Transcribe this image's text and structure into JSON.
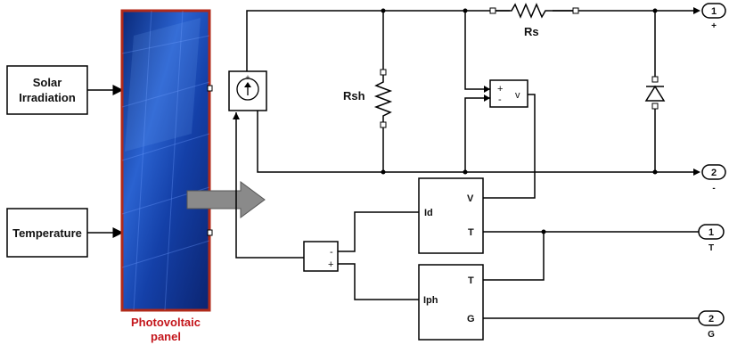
{
  "inputs": {
    "irradiation": [
      "Solar",
      "Irradiation"
    ],
    "temperature": "Temperature"
  },
  "panel": {
    "caption": [
      "Photovoltaic",
      "panel"
    ]
  },
  "components": {
    "rsh": "Rsh",
    "rs": "Rs",
    "voltmeter_plus": "+",
    "voltmeter_minus": "-",
    "voltmeter_out": "v",
    "current_source_plus": "+",
    "sum_minus": "-",
    "sum_plus": "+",
    "id_block": {
      "out": "Id",
      "in_v": "V",
      "in_t": "T"
    },
    "iph_block": {
      "out": "Iph",
      "in_t": "T",
      "in_g": "G"
    }
  },
  "ports": [
    {
      "num": "1",
      "label": "+"
    },
    {
      "num": "2",
      "label": "-"
    },
    {
      "num": "1",
      "label": "T"
    },
    {
      "num": "2",
      "label": "G"
    }
  ],
  "colors": {
    "wire": "#000000",
    "panel_border": "#b02a1a",
    "panel_blue": "#1f4fb8",
    "caption": "#c4161c",
    "arrow": "#888888"
  }
}
